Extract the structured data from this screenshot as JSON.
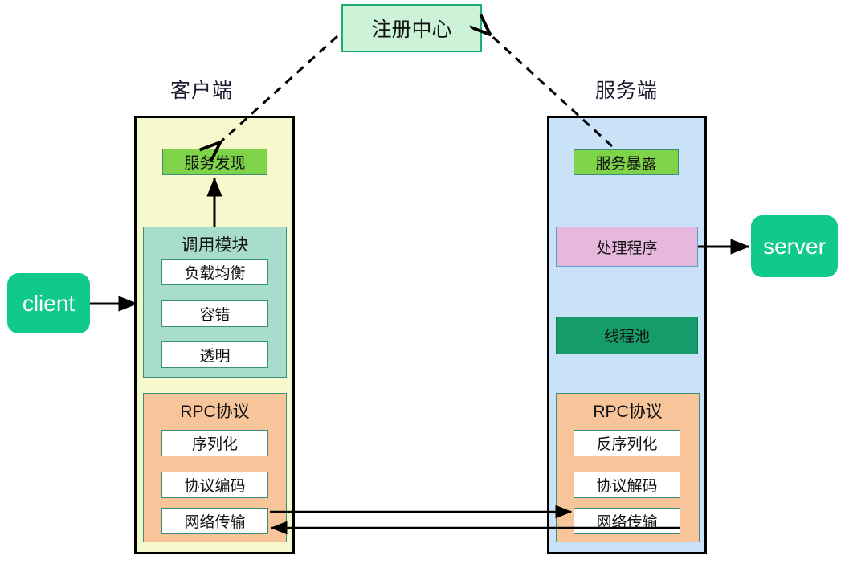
{
  "diagram": {
    "registry": {
      "label": "注册中心"
    },
    "client_title": "客户端",
    "server_title": "服务端",
    "client_endpoint": "client",
    "server_endpoint": "server",
    "client": {
      "discovery": "服务发现",
      "call_module": {
        "title": "调用模块",
        "items": [
          "负载均衡",
          "容错",
          "透明"
        ]
      },
      "rpc": {
        "title": "RPC协议",
        "items": [
          "序列化",
          "协议编码",
          "网络传输"
        ]
      }
    },
    "server": {
      "expose": "服务暴露",
      "handler": "处理程序",
      "thread_pool": "线程池",
      "rpc": {
        "title": "RPC协议",
        "items": [
          "反序列化",
          "协议解码",
          "网络传输"
        ]
      }
    },
    "colors": {
      "registry_fill": "#ccf2d8",
      "registry_border": "#1aaf6c",
      "client_panel_fill": "#f7f9cd",
      "server_panel_fill": "#c9e2f8",
      "call_module_fill": "#a8ddcb",
      "rpc_fill": "#f8c49a",
      "chip_green": "#7ed348",
      "chip_pink": "#e6b8dd",
      "chip_darkgreen": "#169b6b",
      "endpoint_fill": "#12c98c",
      "line": "#000000"
    }
  }
}
